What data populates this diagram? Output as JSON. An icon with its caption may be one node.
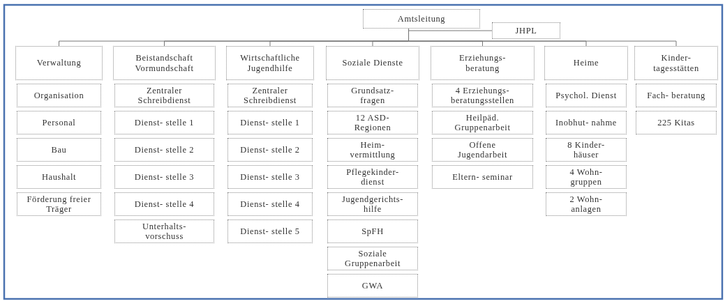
{
  "diagram": {
    "nodes": [
      {
        "text": [
          "Amtsleitung"
        ]
      },
      {
        "text": [
          "JHPL"
        ]
      },
      {
        "text": [
          "Verwaltung"
        ]
      },
      {
        "text": [
          "Organisation"
        ]
      },
      {
        "text": [
          "Personal"
        ]
      },
      {
        "text": [
          "Bau"
        ]
      },
      {
        "text": [
          "Haushalt"
        ]
      },
      {
        "text": [
          "Förderung freier Träger"
        ]
      },
      {
        "text": [
          "Beistandschaft Vormundschaft"
        ]
      },
      {
        "text": [
          "Zentraler Schreibdienst"
        ]
      },
      {
        "text": [
          "Dienst- stelle 1"
        ]
      },
      {
        "text": [
          "Dienst- stelle 2"
        ]
      },
      {
        "text": [
          "Dienst- stelle 3"
        ]
      },
      {
        "text": [
          "Dienst- stelle 4"
        ]
      },
      {
        "text": [
          "Unterhalts- vorschuss"
        ]
      },
      {
        "text": [
          "Wirtschaftliche Jugendhilfe"
        ]
      },
      {
        "text": [
          "Zentraler Schreibdienst"
        ]
      },
      {
        "text": [
          "Dienst- stelle 1"
        ]
      },
      {
        "text": [
          "Dienst- stelle 2"
        ]
      },
      {
        "text": [
          "Dienst- stelle 3"
        ]
      },
      {
        "text": [
          "Dienst- stelle 4"
        ]
      },
      {
        "text": [
          "Dienst- stelle 5"
        ]
      },
      {
        "text": [
          "Soziale Dienste"
        ]
      },
      {
        "text": [
          "Grundsatz- fragen"
        ]
      },
      {
        "text": [
          "12 ASD- Regionen"
        ]
      },
      {
        "text": [
          "Heim- vermittlung"
        ]
      },
      {
        "text": [
          "Pflegekinder- dienst"
        ]
      },
      {
        "text": [
          "Jugendgerichts- hilfe"
        ]
      },
      {
        "text": [
          "SpFH"
        ]
      },
      {
        "text": [
          "Soziale Gruppenarbeit"
        ]
      },
      {
        "text": [
          "GWA"
        ]
      },
      {
        "text": [
          "Erziehungs- beratung"
        ]
      },
      {
        "text": [
          "4 Erziehungs- beratungsstellen"
        ]
      },
      {
        "text": [
          "Heilpäd. Gruppenarbeit"
        ]
      },
      {
        "text": [
          "Offene Jugendarbeit"
        ]
      },
      {
        "text": [
          "Eltern- seminar"
        ]
      },
      {
        "text": [
          "Heime"
        ]
      },
      {
        "text": [
          "Psychol. Dienst"
        ]
      },
      {
        "text": [
          "Inobhut- nahme"
        ]
      },
      {
        "text": [
          "8 Kinder- häuser"
        ]
      },
      {
        "text": [
          "4 Wohn- gruppen"
        ]
      },
      {
        "text": [
          "2 Wohn- anlagen"
        ]
      },
      {
        "text": [
          "Kinder- tagesstätten"
        ]
      },
      {
        "text": [
          "Fach- beratung"
        ]
      },
      {
        "text": [
          "225 Kitas"
        ]
      }
    ],
    "edges": [
      {
        "from": 0,
        "to": 1,
        "arrow": "none"
      },
      {
        "from": 0,
        "to": 2,
        "arrow": "none"
      },
      {
        "from": 0,
        "to": 8,
        "arrow": "none"
      },
      {
        "from": 0,
        "to": 15,
        "arrow": "none"
      },
      {
        "from": 0,
        "to": 22,
        "arrow": "none"
      },
      {
        "from": 0,
        "to": 31,
        "arrow": "none"
      },
      {
        "from": 0,
        "to": 36,
        "arrow": "none"
      },
      {
        "from": 0,
        "to": 42,
        "arrow": "none"
      }
    ]
  }
}
